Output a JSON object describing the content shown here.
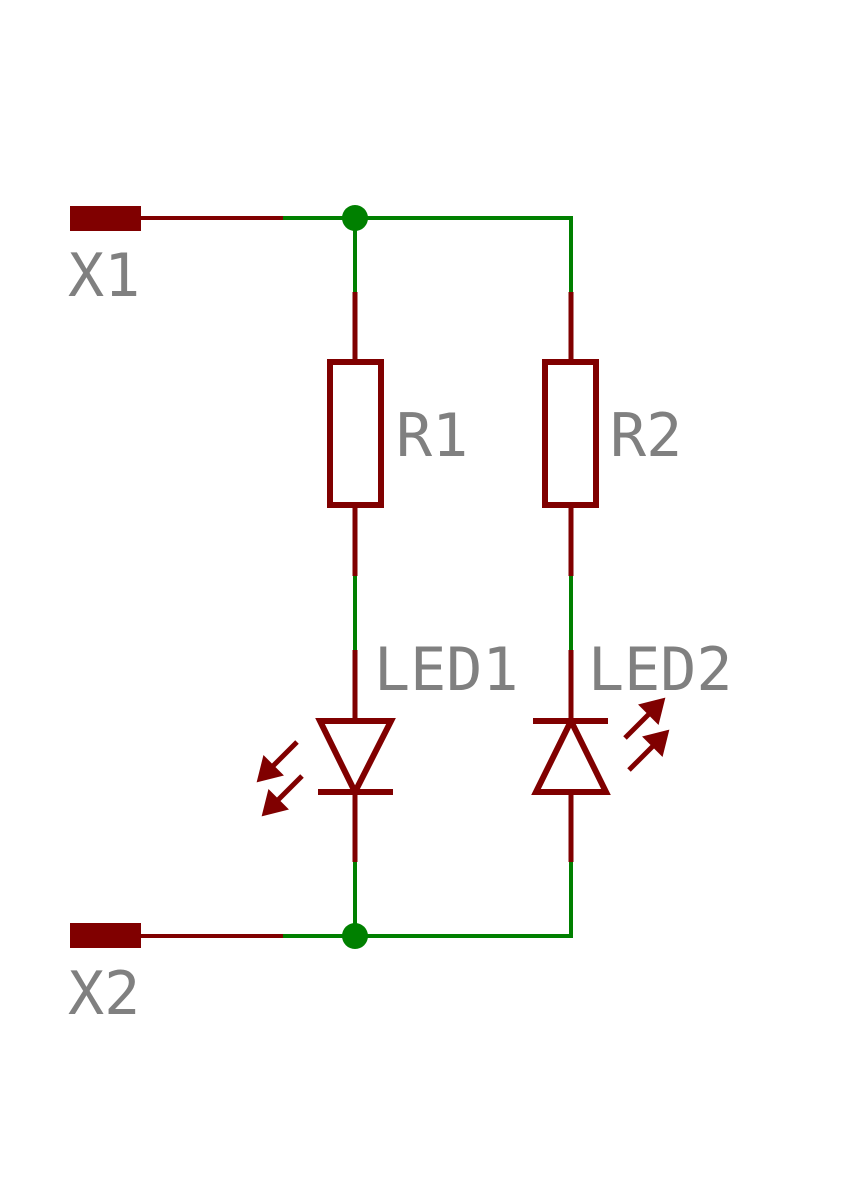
{
  "colors": {
    "component": "#800000",
    "net": "#008000",
    "label": "#808080",
    "background": "#ffffff"
  },
  "labels": {
    "x1": "X1",
    "x2": "X2",
    "r1": "R1",
    "r2": "R2",
    "led1": "LED1",
    "led2": "LED2"
  }
}
